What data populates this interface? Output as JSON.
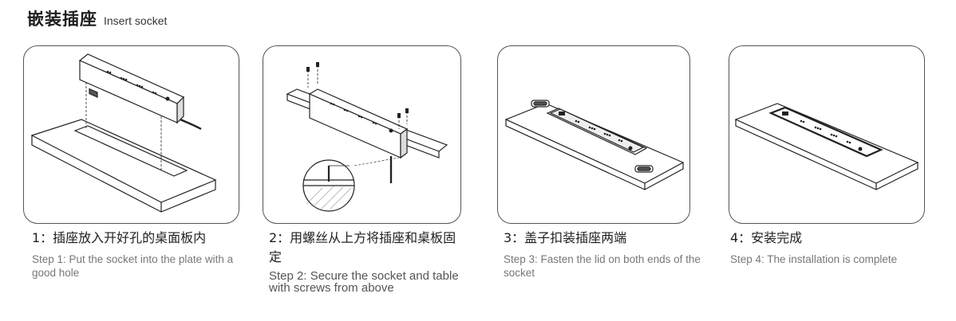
{
  "header": {
    "title_zh": "嵌装插座",
    "title_en": "Insert socket"
  },
  "steps": [
    {
      "zh": "1：插座放入开好孔的桌面板内",
      "en": "Step 1: Put the socket into the plate with a good hole"
    },
    {
      "zh": "2：用螺丝从上方将插座和桌板固定",
      "en": "Step 2: Secure the socket and table with screws from above"
    },
    {
      "zh": "3：盖子扣装插座两端",
      "en": "Step 3: Fasten the lid on both ends of the socket"
    },
    {
      "zh": "4：安装完成",
      "en": "Step 4: The installation is complete"
    }
  ]
}
